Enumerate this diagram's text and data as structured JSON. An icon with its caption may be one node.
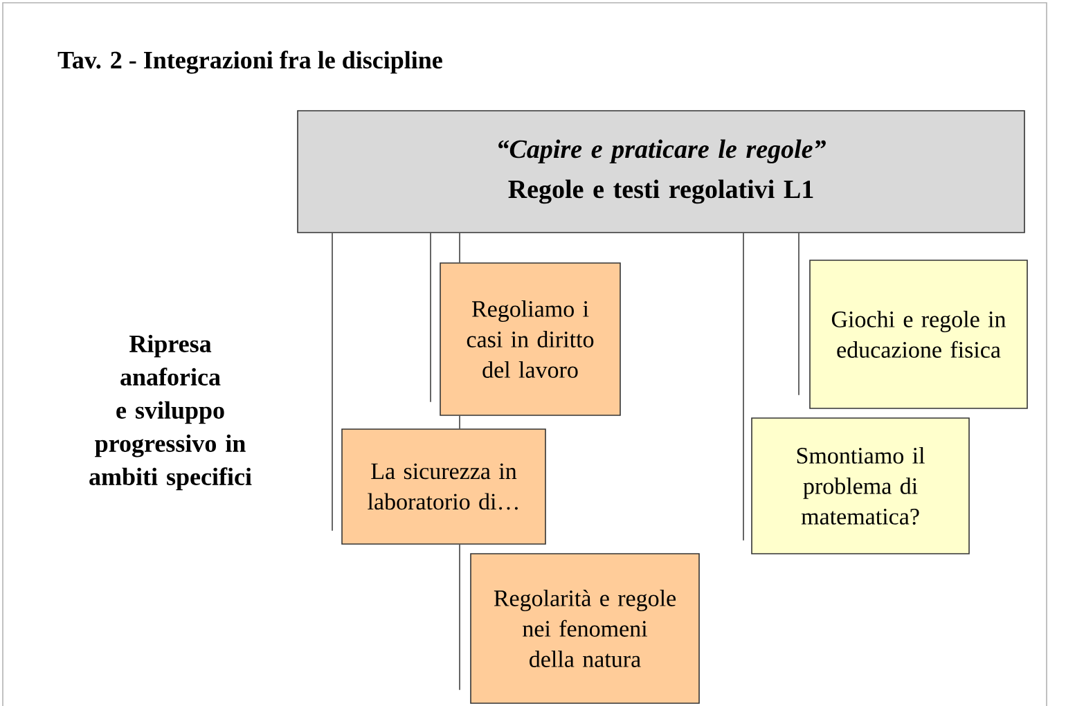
{
  "diagram": {
    "title": "Tav. 2 - Integrazioni fra le discipline",
    "nodes": [
      {
        "text": [
          "“Capire e praticare le regole”",
          "Regole e testi regolativi  L1"
        ]
      },
      {
        "text": [
          "Regoliamo i casi in diritto del lavoro"
        ]
      },
      {
        "text": [
          "La sicurezza in laboratorio di…"
        ]
      },
      {
        "text": [
          "Regolarità e regole nei fenomeni della natura"
        ]
      },
      {
        "text": [
          "Giochi e regole in educazione fisica"
        ]
      },
      {
        "text": [
          "Smontiamo il problema di matematica?"
        ]
      }
    ],
    "edges": [
      {
        "from": 0,
        "to": 2,
        "arrow": "none"
      },
      {
        "from": 0,
        "to": 1,
        "arrow": "none"
      },
      {
        "from": 0,
        "to": 1,
        "arrow": "none"
      },
      {
        "from": 1,
        "to": 2,
        "arrow": "none"
      },
      {
        "from": 2,
        "to": 3,
        "arrow": "none"
      },
      {
        "from": 0,
        "to": 5,
        "arrow": "none"
      },
      {
        "from": 0,
        "to": 4,
        "arrow": "none"
      }
    ],
    "labels": [
      "Ripresa anaforica e sviluppo progressivo in ambiti specifici"
    ]
  }
}
